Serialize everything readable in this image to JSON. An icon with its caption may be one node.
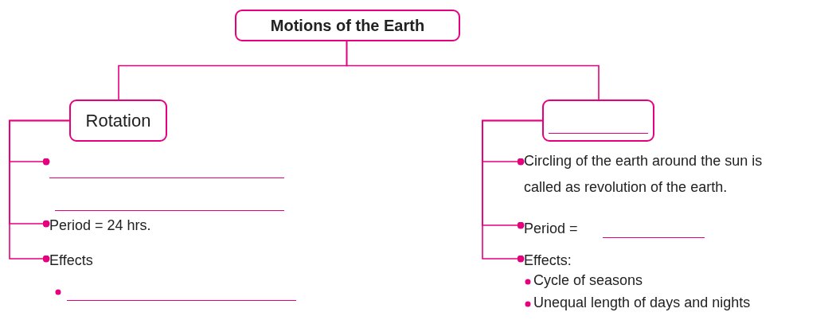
{
  "diagram": {
    "nodes": [
      {
        "text": [
          "Motions of the Earth"
        ]
      },
      {
        "text": [
          "Rotation"
        ]
      },
      {
        "text": [],
        "shape": "box"
      },
      {
        "text": [],
        "shape": "line"
      },
      {
        "text": [
          "Period = 24 hrs."
        ]
      },
      {
        "text": [
          "Effects"
        ]
      },
      {
        "text": [
          "Circling of the earth around the sun is called as revolution of the earth."
        ]
      },
      {
        "text": [
          "Period ="
        ]
      },
      {
        "text": [
          "Effects:"
        ]
      }
    ],
    "edges": [
      {
        "from": 0,
        "to": 1,
        "arrow": "none"
      },
      {
        "from": 0,
        "to": 2,
        "arrow": "none"
      },
      {
        "from": 1,
        "to": 3,
        "arrow": "other"
      },
      {
        "from": 1,
        "to": 4,
        "arrow": "other"
      },
      {
        "from": 1,
        "to": 5,
        "arrow": "other"
      },
      {
        "from": 2,
        "to": 6,
        "arrow": "other"
      },
      {
        "from": 2,
        "to": 7,
        "arrow": "other"
      },
      {
        "from": 2,
        "to": 8,
        "arrow": "other"
      }
    ],
    "labels": [
      "Cycle of seasons",
      "Unequal length of days and nights"
    ]
  }
}
